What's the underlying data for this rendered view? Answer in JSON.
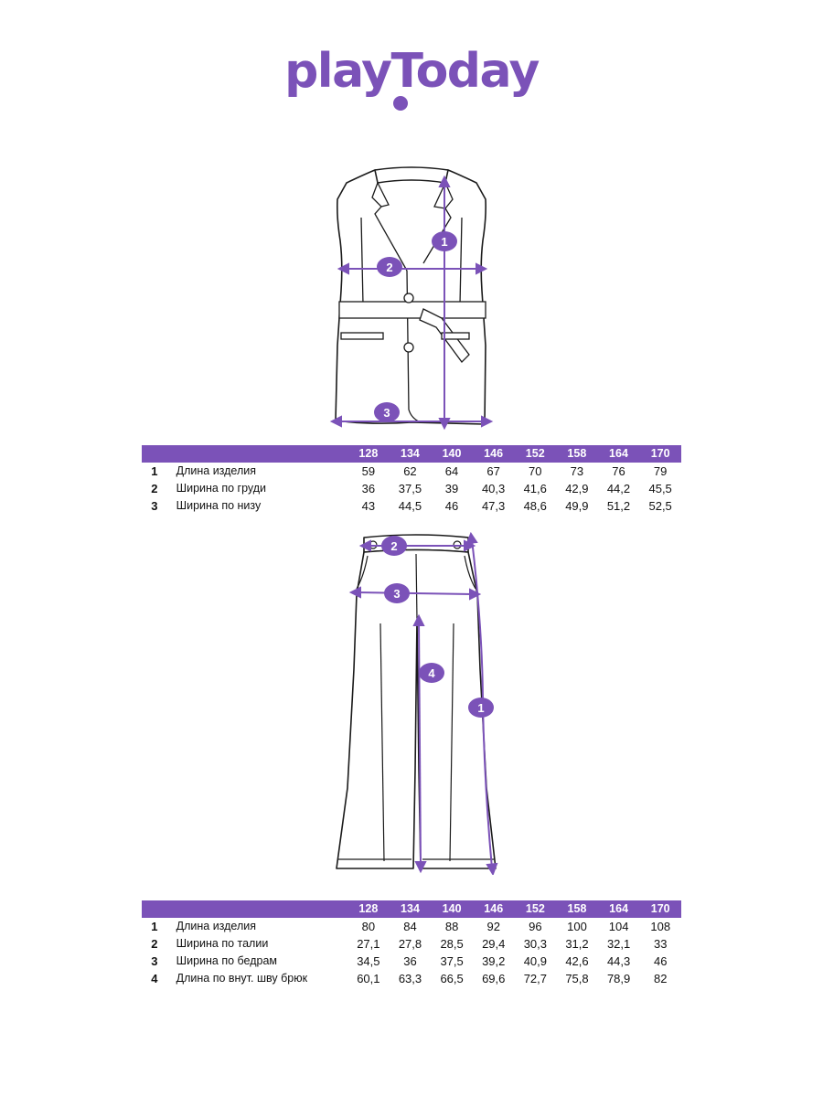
{
  "brand": {
    "logo_text": "playToday",
    "color": "#7b52b8"
  },
  "vest_table": {
    "sizes": [
      "128",
      "134",
      "140",
      "146",
      "152",
      "158",
      "164",
      "170"
    ],
    "rows": [
      {
        "num": "1",
        "label": "Длина изделия",
        "values": [
          "59",
          "62",
          "64",
          "67",
          "70",
          "73",
          "76",
          "79"
        ]
      },
      {
        "num": "2",
        "label": "Ширина по груди",
        "values": [
          "36",
          "37,5",
          "39",
          "40,3",
          "41,6",
          "42,9",
          "44,2",
          "45,5"
        ]
      },
      {
        "num": "3",
        "label": "Ширина по низу",
        "values": [
          "43",
          "44,5",
          "46",
          "47,3",
          "48,6",
          "49,9",
          "51,2",
          "52,5"
        ]
      }
    ]
  },
  "pants_table": {
    "sizes": [
      "128",
      "134",
      "140",
      "146",
      "152",
      "158",
      "164",
      "170"
    ],
    "rows": [
      {
        "num": "1",
        "label": "Длина изделия",
        "values": [
          "80",
          "84",
          "88",
          "92",
          "96",
          "100",
          "104",
          "108"
        ]
      },
      {
        "num": "2",
        "label": "Ширина по талии",
        "values": [
          "27,1",
          "27,8",
          "28,5",
          "29,4",
          "30,3",
          "31,2",
          "32,1",
          "33"
        ]
      },
      {
        "num": "3",
        "label": "Ширина по бедрам",
        "values": [
          "34,5",
          "36",
          "37,5",
          "39,2",
          "40,9",
          "42,6",
          "44,3",
          "46"
        ]
      },
      {
        "num": "4",
        "label": "Длина по внут. шву брюк",
        "values": [
          "60,1",
          "63,3",
          "66,5",
          "69,6",
          "72,7",
          "75,8",
          "78,9",
          "82"
        ]
      }
    ]
  },
  "vest_markers": [
    "1",
    "2",
    "3"
  ],
  "pants_markers": [
    "1",
    "2",
    "3",
    "4"
  ]
}
